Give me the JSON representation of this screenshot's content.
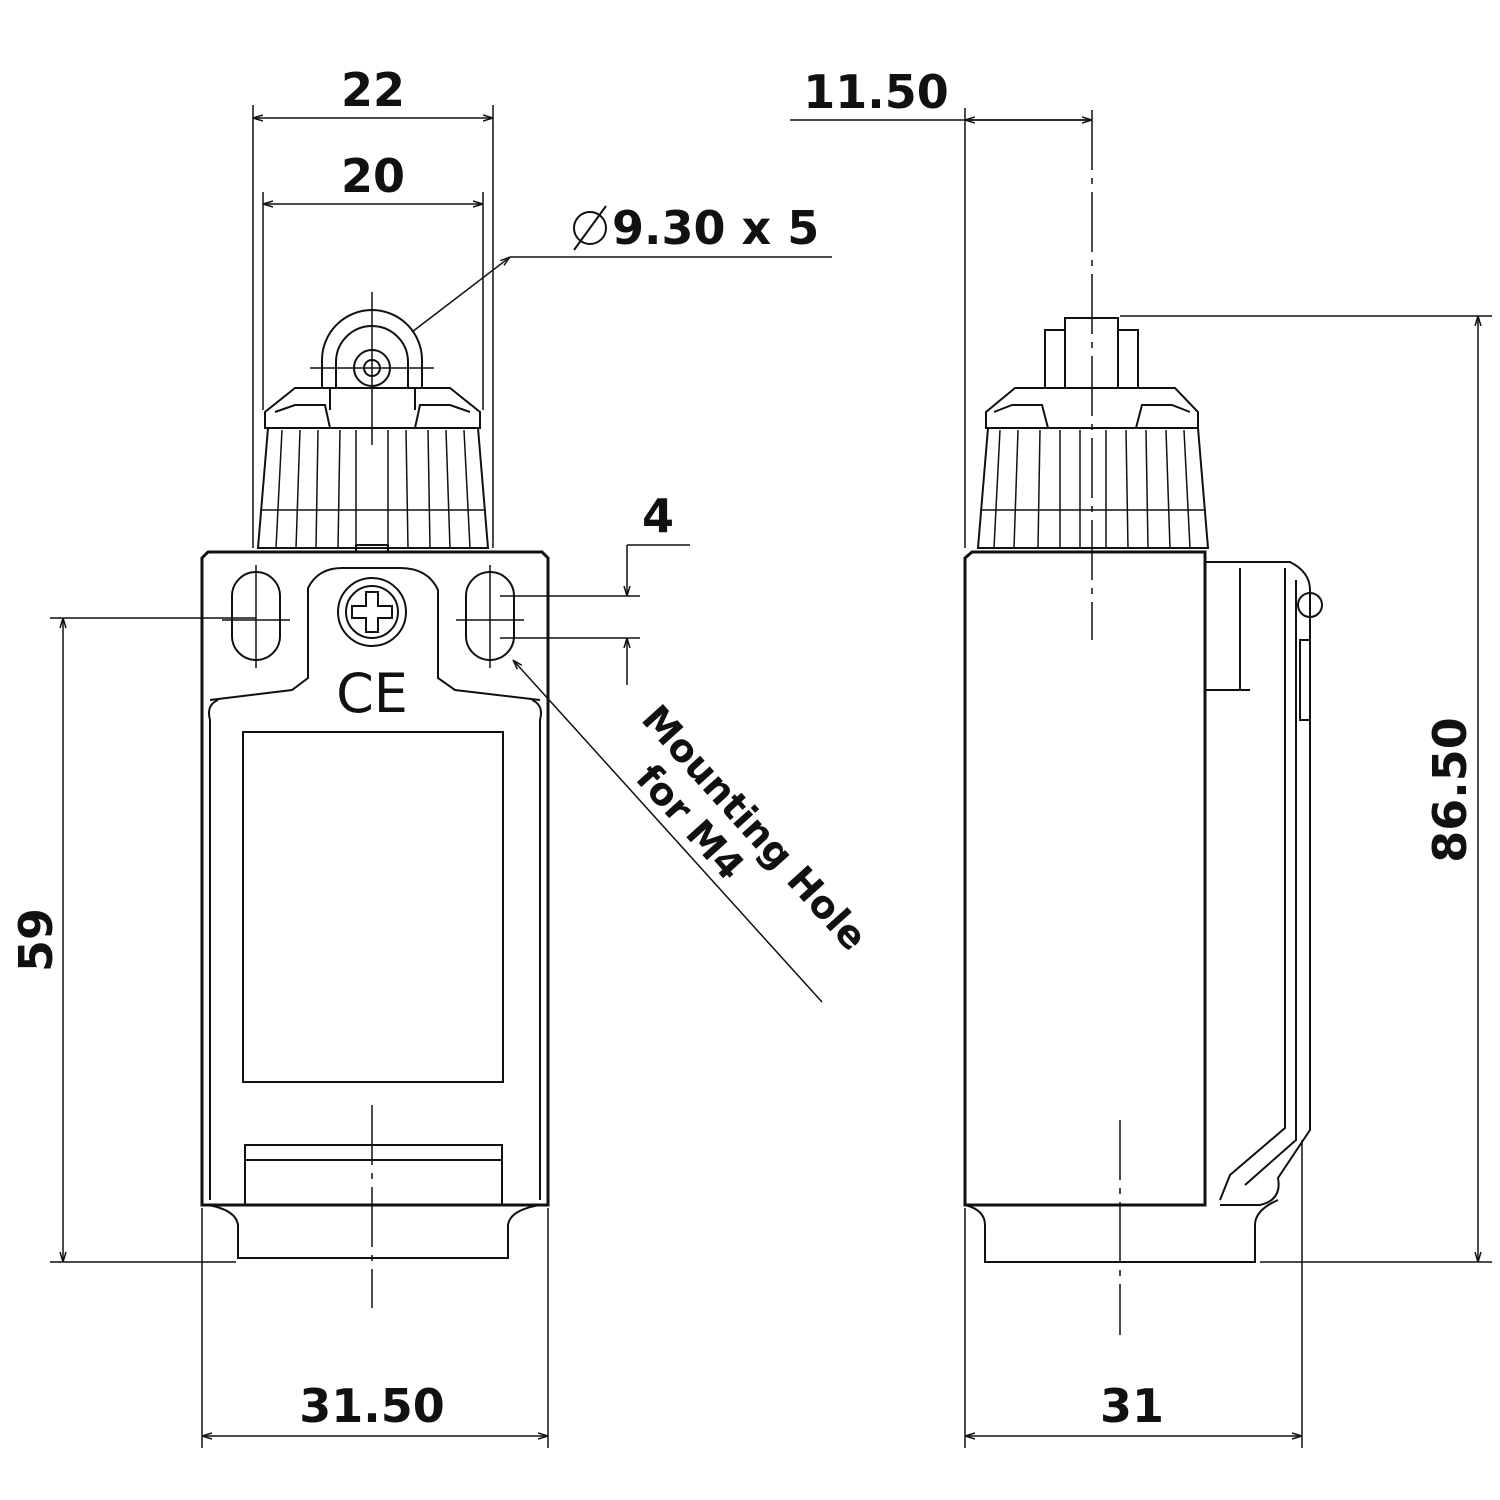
{
  "dimensions": {
    "width_22": "22",
    "width_20": "20",
    "roller": "Ø 9.30 x 5",
    "slot_4": "4",
    "height_59": "59",
    "width_31_50": "31.50",
    "offset_11_50": "11.50",
    "height_86_50": "86.50",
    "depth_31": "31"
  },
  "notes": {
    "mounting_line1": "Mounting Hole",
    "mounting_line2": "for M4"
  },
  "marks": {
    "ce": "CE"
  },
  "icons": [
    "diameter-symbol-icon",
    "phillips-screw-icon",
    "ce-mark-icon"
  ]
}
